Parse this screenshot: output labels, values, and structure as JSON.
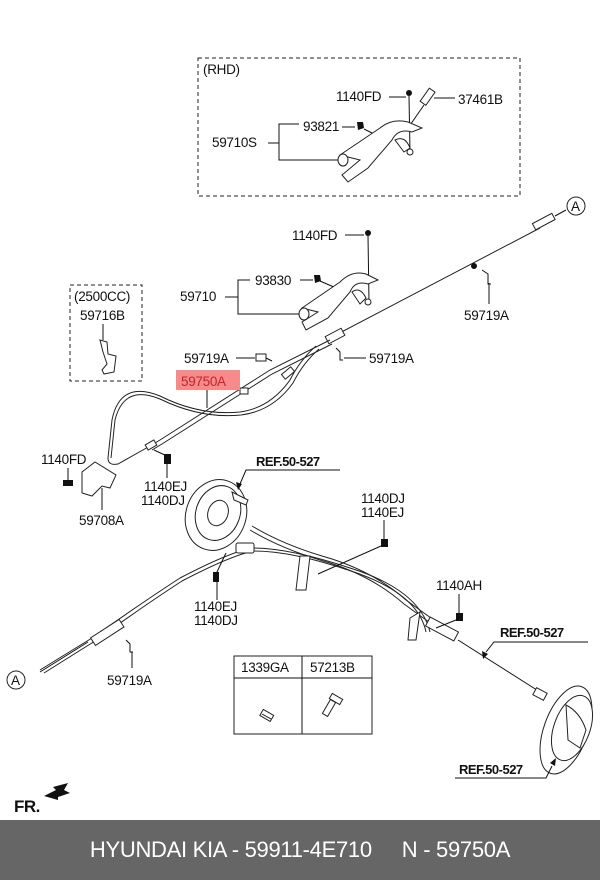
{
  "diagram": {
    "rhd_box": {
      "title": "(RHD)",
      "labels": {
        "bolt": "1140FD",
        "switch": "37461B",
        "clip": "93821",
        "lever_assy": "59710S"
      }
    },
    "lever": {
      "labels": {
        "bolt": "1140FD",
        "clip": "93830",
        "lever_assy": "59710"
      }
    },
    "engine_box": {
      "title": "(2500CC)",
      "label": "59716B"
    },
    "cable_clips": {
      "upper_right": "59719A",
      "mid_left": "59719A",
      "mid_right": "59719A",
      "lower_left": "59719A"
    },
    "highlighted_part": {
      "label": "59750A",
      "highlight_color": "#f78a8a"
    },
    "bracket": {
      "bolt": "1140FD",
      "bracket": "59708A"
    },
    "bolts": {
      "left_pair": [
        "1140EJ",
        "1140DJ"
      ],
      "center_pair": [
        "1140EJ",
        "1140DJ"
      ],
      "right_pair": [
        "1140DJ",
        "1140EJ"
      ],
      "single": "1140AH"
    },
    "references": [
      "REF.50-527",
      "REF.50-527",
      "REF.50-527"
    ],
    "connector_marker": "A",
    "parts_table": {
      "headers": [
        "1339GA",
        "57213B"
      ],
      "icons": [
        "clip-nut-icon",
        "bolt-icon"
      ]
    },
    "direction": {
      "label": "FR.",
      "icon": "front-arrow-icon"
    }
  },
  "footer": {
    "brand_part": "HYUNDAI KIA - 59911-4E710",
    "number": "N - 59750A"
  }
}
